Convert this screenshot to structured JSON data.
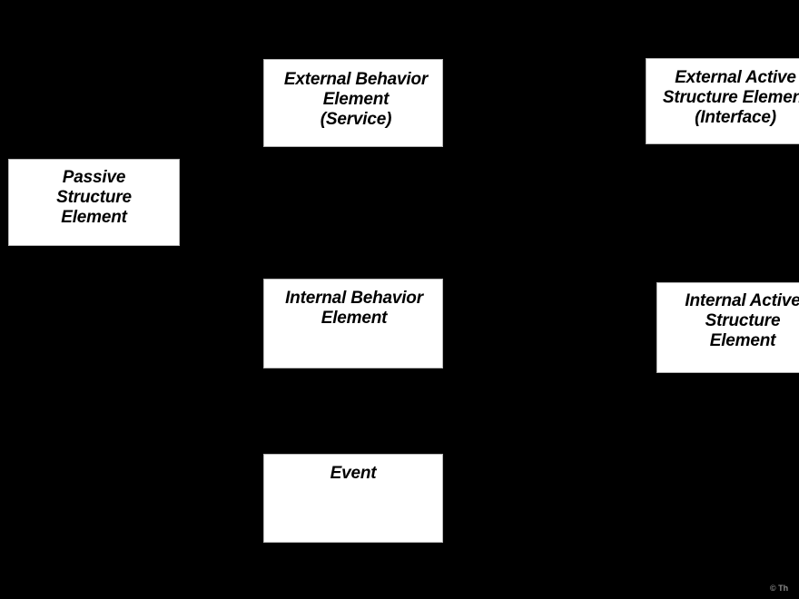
{
  "diagram": {
    "background_color": "#000000",
    "box_fill_color": "#ffffff",
    "box_text_color": "#000000",
    "nodes": [
      {
        "id": "external-behavior",
        "label": "External Behavior\nElement\n(Service)"
      },
      {
        "id": "external-active-structure",
        "label": "External Active\nStructure Element\n(Interface)"
      },
      {
        "id": "passive-structure",
        "label": "Passive\nStructure\nElement"
      },
      {
        "id": "internal-behavior",
        "label": "Internal Behavior\nElement"
      },
      {
        "id": "internal-active-structure",
        "label": "Internal Active\nStructure\nElement"
      },
      {
        "id": "event",
        "label": "Event"
      }
    ]
  },
  "footer": {
    "copyright": "© Th"
  }
}
